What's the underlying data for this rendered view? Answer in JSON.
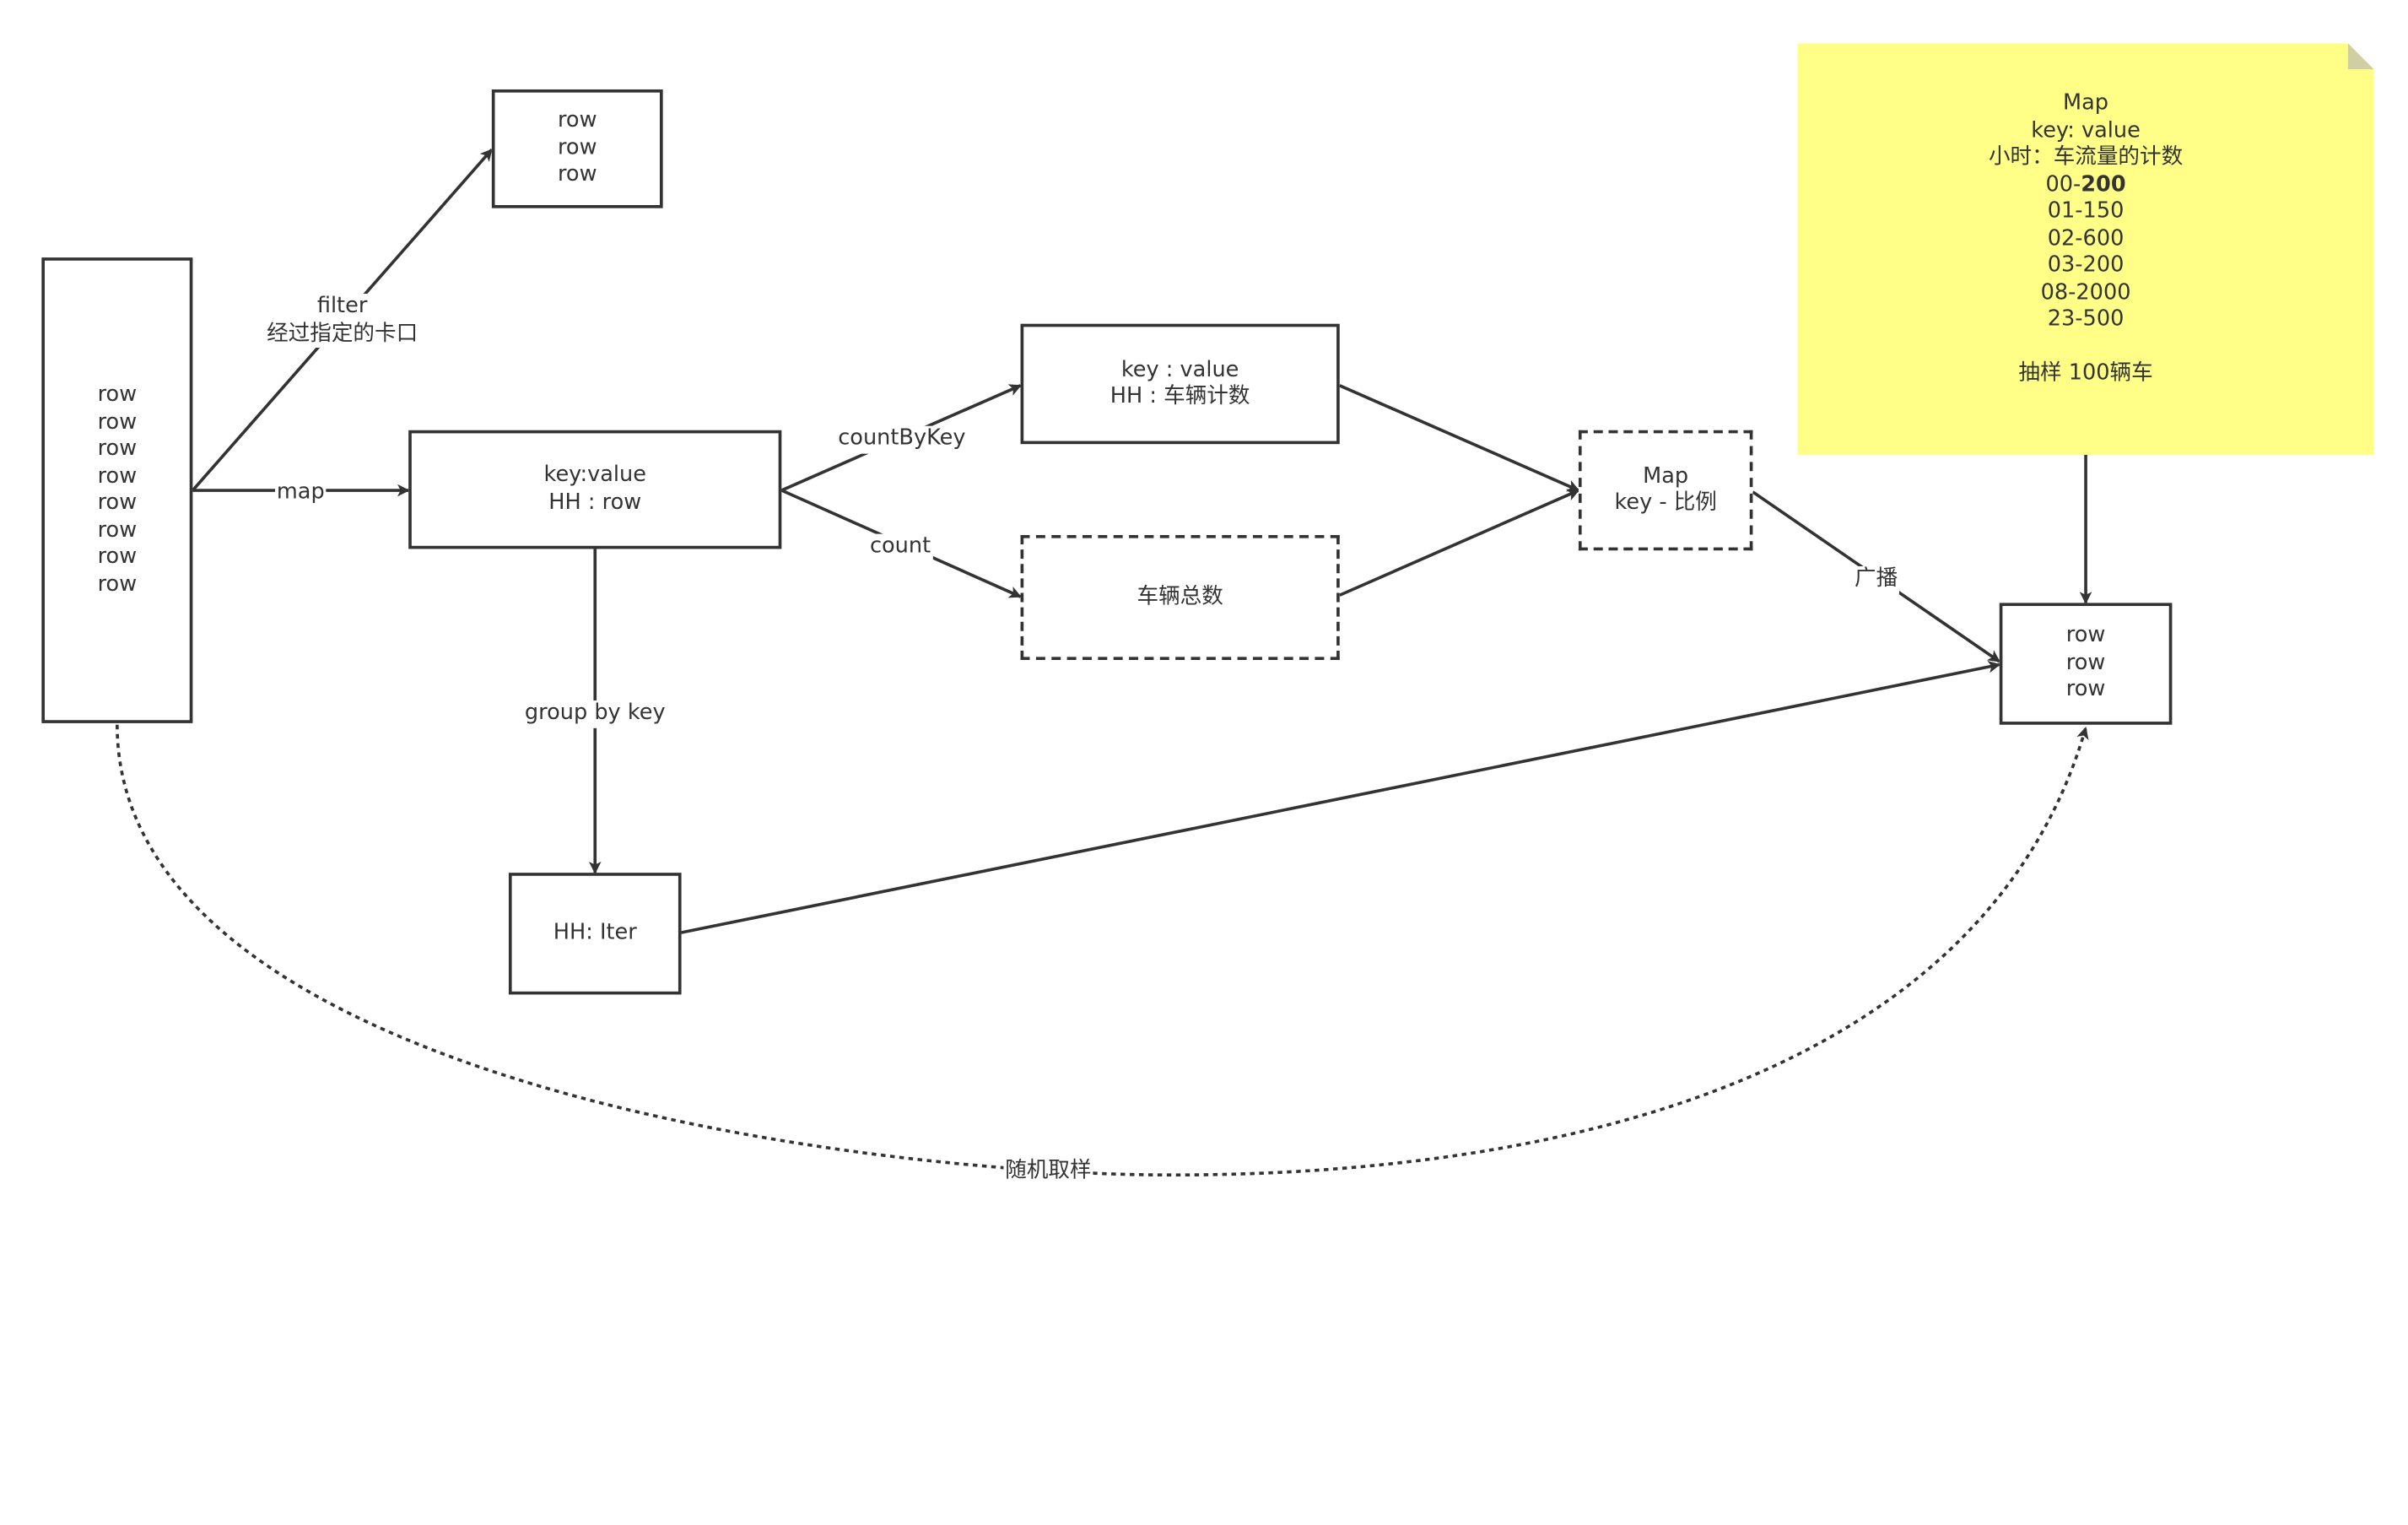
{
  "nodes": {
    "source": {
      "lines": [
        "row",
        "row",
        "row",
        "row",
        "row",
        "row",
        "row",
        "row"
      ]
    },
    "filtered": {
      "lines": [
        "row",
        "row",
        "row"
      ]
    },
    "kv": {
      "lines": [
        "key:value",
        "HH : row"
      ]
    },
    "count_by_key": {
      "lines": [
        "key : value",
        "HH : 车辆计数"
      ]
    },
    "total": {
      "lines": [
        "车辆总数"
      ]
    },
    "ratio": {
      "lines": [
        "Map",
        "key - 比例"
      ]
    },
    "iter": {
      "lines": [
        "HH: Iter"
      ]
    },
    "result": {
      "lines": [
        "row",
        "row",
        "row"
      ]
    }
  },
  "note": {
    "lines": [
      "Map",
      "key: value",
      "小时：车流量的计数"
    ],
    "entries": [
      {
        "prefix": "00-",
        "value": "200"
      },
      {
        "prefix": "",
        "value": "01-150"
      },
      {
        "prefix": "",
        "value": "02-600"
      },
      {
        "prefix": "",
        "value": "03-200"
      },
      {
        "prefix": "",
        "value": "08-2000"
      },
      {
        "prefix": "",
        "value": "23-500"
      }
    ],
    "footer": "抽样 100辆车",
    "color": "#ffff88"
  },
  "edges": {
    "filter": [
      "filter",
      "经过指定的卡口"
    ],
    "map": "map",
    "count_by_key": "countByKey",
    "count": "count",
    "group_by_key": "group by key",
    "broadcast": "广播",
    "random_sample": "随机取样"
  },
  "colors": {
    "stroke": "#333333",
    "text": "#333333",
    "background": "#ffffff"
  }
}
